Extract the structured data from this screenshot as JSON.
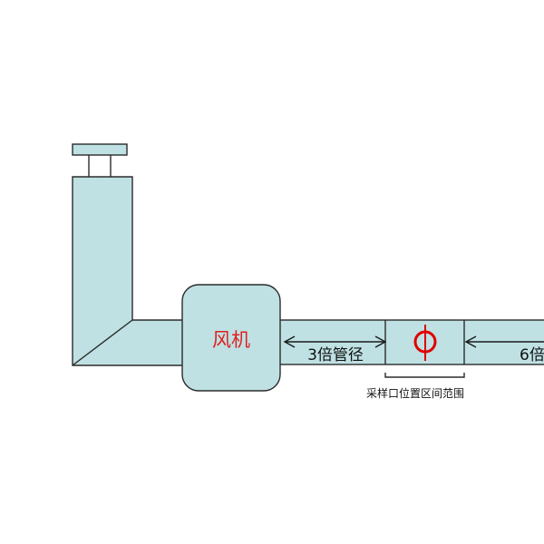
{
  "diagram": {
    "fan_label": "风机",
    "dist_upstream_label": "3倍管径",
    "dist_downstream_label": "6倍",
    "sampling_zone_label": "采样口位置区间范围",
    "colors": {
      "duct_fill": "#bfe1e3",
      "outline": "#2b2b2b",
      "fan_text": "#e02020",
      "sampling_port": "#e00000"
    }
  }
}
